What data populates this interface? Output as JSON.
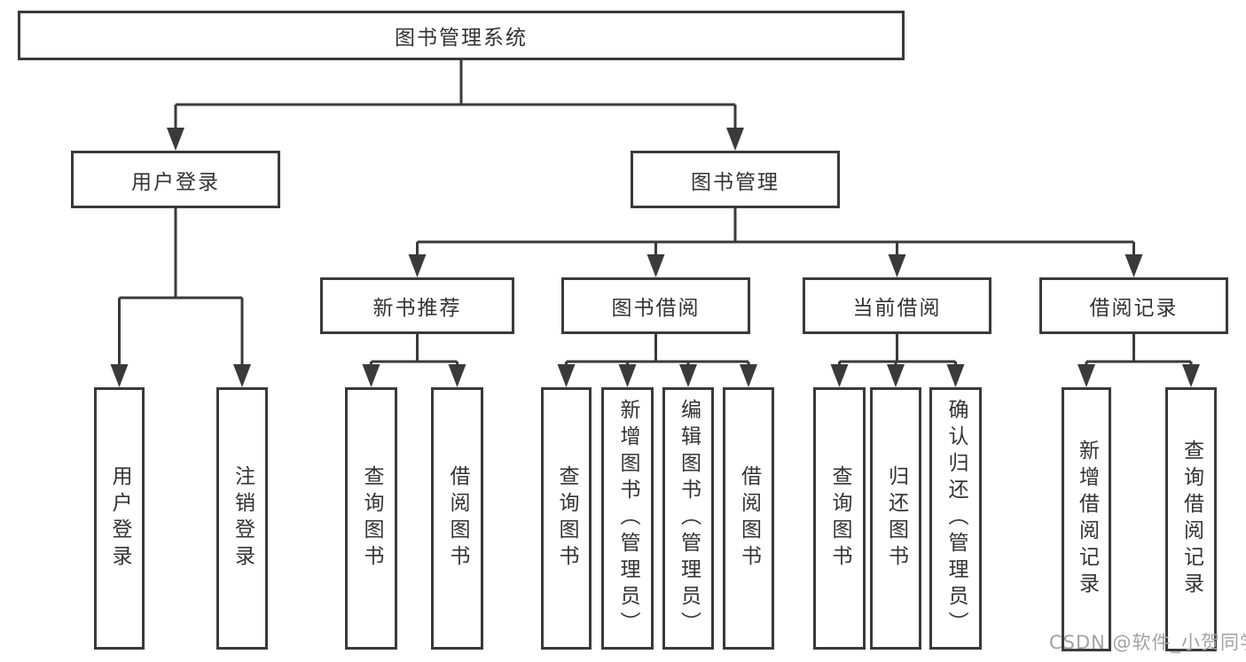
{
  "root": {
    "label": "图书管理系统"
  },
  "branches": [
    {
      "label": "用户登录",
      "children": [
        {
          "label": "用户登录"
        },
        {
          "label": "注销登录"
        }
      ]
    },
    {
      "label": "图书管理",
      "sections": [
        {
          "label": "新书推荐",
          "children": [
            {
              "label": "查询图书"
            },
            {
              "label": "借阅图书"
            }
          ]
        },
        {
          "label": "图书借阅",
          "children": [
            {
              "label": "查询图书"
            },
            {
              "label": "新增图书（管理员）"
            },
            {
              "label": "编辑图书（管理员）"
            },
            {
              "label": "借阅图书"
            }
          ]
        },
        {
          "label": "当前借阅",
          "children": [
            {
              "label": "查询图书"
            },
            {
              "label": "归还图书"
            },
            {
              "label": "确认归还（管理员）"
            }
          ]
        },
        {
          "label": "借阅记录",
          "children": [
            {
              "label": "新增借阅记录"
            },
            {
              "label": "查询借阅记录"
            }
          ]
        }
      ]
    }
  ],
  "watermark": {
    "text": "CSDN @软件_小贺同学"
  },
  "colors": {
    "line": "#3a3a3a",
    "box_border": "#3a3a3a",
    "text": "#333333",
    "watermark": "#a3a3a3",
    "background": "#ffffff"
  }
}
